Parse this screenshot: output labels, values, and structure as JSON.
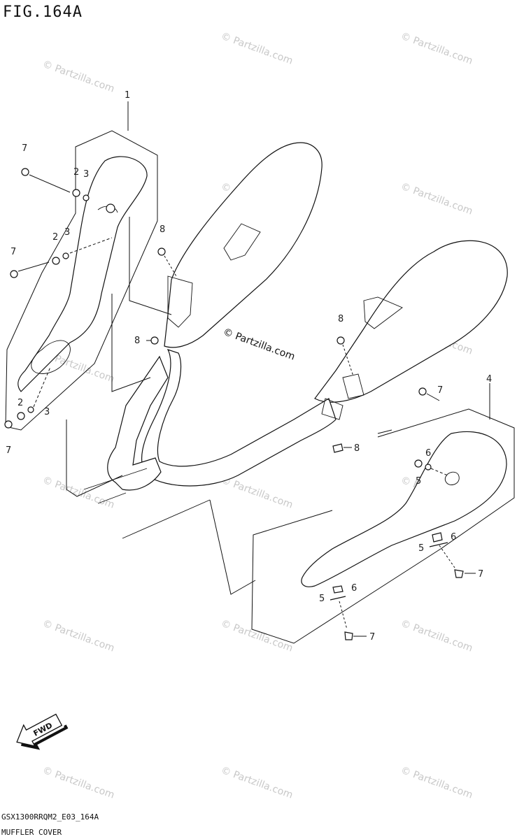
{
  "figure": {
    "title": "FIG.164A",
    "code": "GSX1300RRQM2_E03_164A",
    "caption": "MUFFLER COVER"
  },
  "watermark": {
    "text": "© Partzilla.com"
  },
  "arrow": {
    "label": "FWD"
  },
  "callouts": {
    "c1": "1",
    "c2a": "2",
    "c3a": "3",
    "c7a": "7",
    "c2b": "2",
    "c3b": "3",
    "c7b": "7",
    "c8a": "8",
    "c8b": "8",
    "c2c": "2",
    "c3c": "3",
    "c7c": "7",
    "c8c": "8",
    "c4": "4",
    "c7d": "7",
    "c8d": "8",
    "c6a": "6",
    "c5a": "5",
    "c6b": "6",
    "c5b": "5",
    "c7e": "7",
    "c6c": "6",
    "c5c": "5",
    "c7f": "7"
  }
}
